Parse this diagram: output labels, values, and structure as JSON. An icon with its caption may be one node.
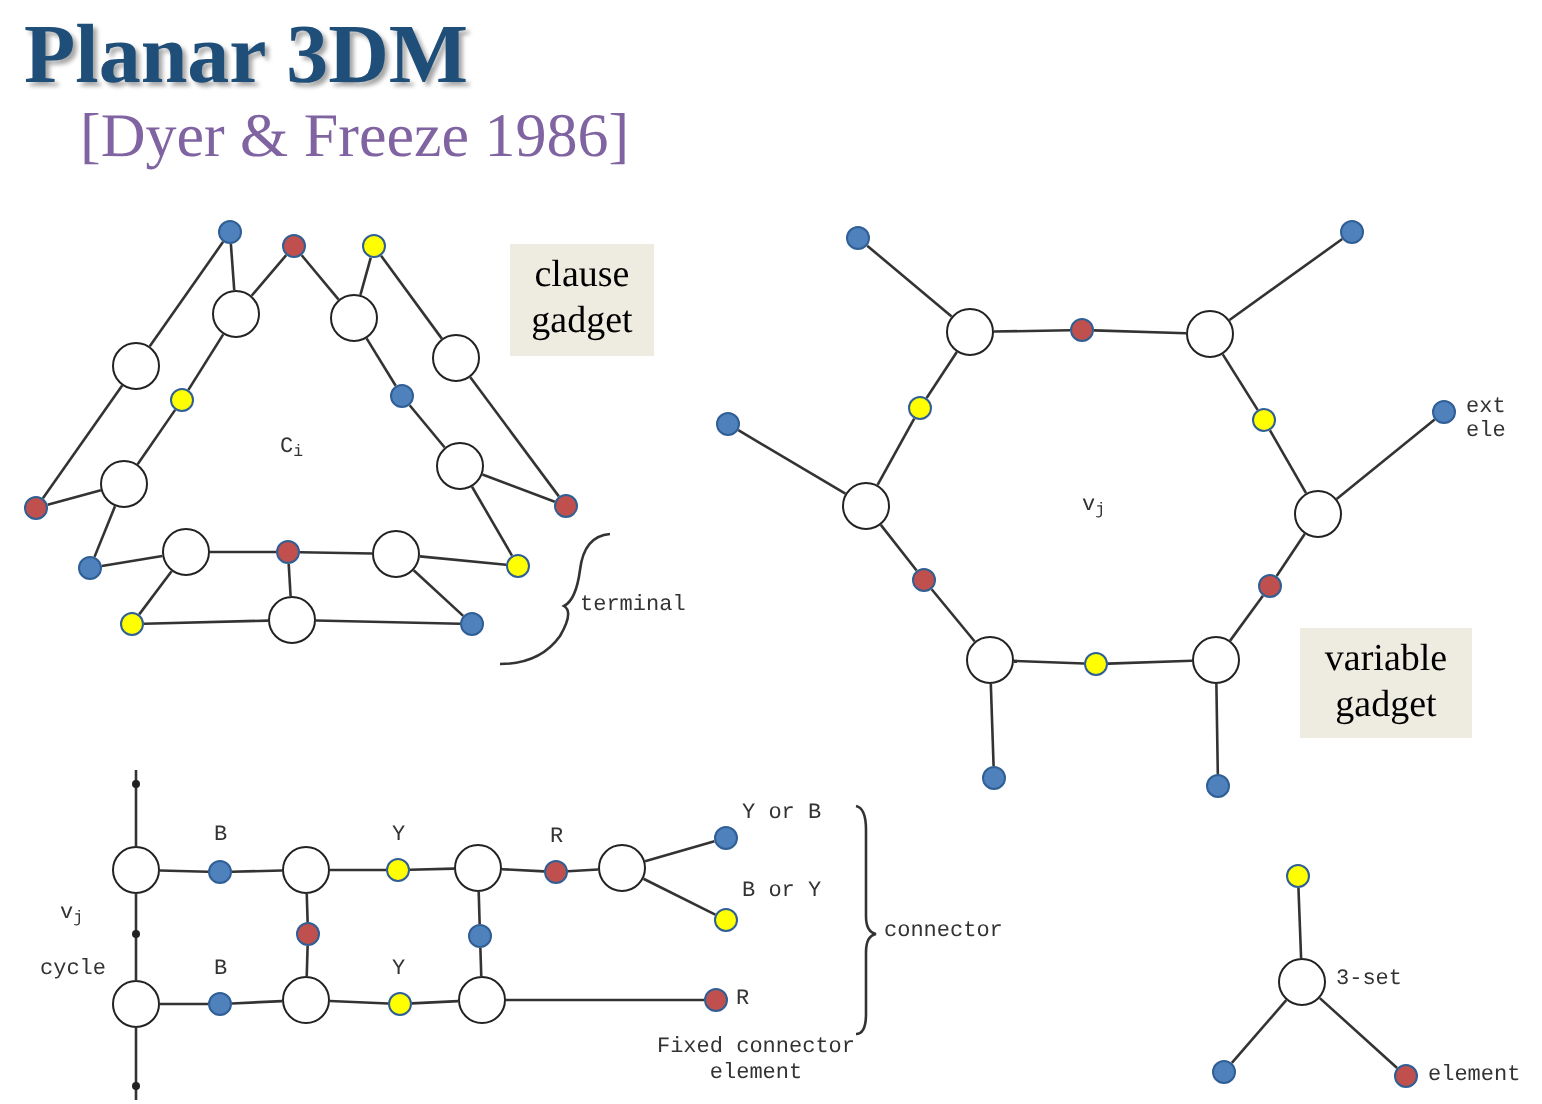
{
  "diagram": {
    "title": "Planar 3DM",
    "nodes": [
      {
        "text": [
          "clause gadget"
        ]
      },
      {
        "text": [],
        "shape": "dot"
      },
      {
        "text": [],
        "shape": "dot"
      },
      {
        "text": [],
        "shape": "dot"
      },
      {
        "text": [],
        "shape": "circle"
      },
      {
        "text": [],
        "shape": "circle"
      },
      {
        "text": [],
        "shape": "circle"
      },
      {
        "text": [],
        "shape": "circle"
      },
      {
        "text": [],
        "shape": "dot"
      },
      {
        "text": [],
        "shape": "dot"
      },
      {
        "text": [],
        "shape": "circle"
      },
      {
        "text": [],
        "shape": "circle"
      },
      {
        "text": [],
        "shape": "dot"
      },
      {
        "text": [],
        "shape": "dot"
      },
      {
        "text": [],
        "shape": "circle"
      },
      {
        "text": [],
        "shape": "dot"
      },
      {
        "text": [],
        "shape": "circle"
      },
      {
        "text": [],
        "shape": "dot"
      },
      {
        "text": [],
        "shape": "dot"
      },
      {
        "text": [],
        "shape": "circle"
      },
      {
        "text": [],
        "shape": "dot"
      },
      {
        "text": [],
        "shape": "dot"
      },
      {
        "text": [],
        "shape": "dot"
      },
      {
        "text": [],
        "shape": "dot"
      },
      {
        "text": [],
        "shape": "circle"
      },
      {
        "text": [],
        "shape": "dot"
      },
      {
        "text": [],
        "shape": "circle"
      },
      {
        "text": [],
        "shape": "dot"
      },
      {
        "text": [],
        "shape": "dot"
      },
      {
        "text": [],
        "shape": "dot"
      },
      {
        "text": [],
        "shape": "dot",
        "beside": [
          "ext ele"
        ]
      },
      {
        "text": [],
        "shape": "circle"
      },
      {
        "text": [],
        "shape": "circle"
      },
      {
        "text": [],
        "shape": "dot"
      },
      {
        "text": [],
        "shape": "dot"
      },
      {
        "text": [
          "variable gadget"
        ]
      },
      {
        "text": [],
        "shape": "circle"
      },
      {
        "text": [],
        "shape": "dot"
      },
      {
        "text": [],
        "shape": "circle"
      },
      {
        "text": [],
        "shape": "dot"
      },
      {
        "text": [],
        "shape": "dot"
      },
      {
        "text": [],
        "shape": "dot"
      },
      {
        "text": [],
        "shape": "circle"
      },
      {
        "text": [],
        "shape": "dot"
      },
      {
        "text": [],
        "shape": "circle"
      },
      {
        "text": [],
        "shape": "dot"
      },
      {
        "text": [],
        "shape": "circle"
      },
      {
        "text": [],
        "shape": "dot"
      },
      {
        "text": [],
        "shape": "circle"
      },
      {
        "text": [],
        "shape": "dot"
      },
      {
        "text": [],
        "shape": "dot"
      },
      {
        "text": [],
        "shape": "dot"
      },
      {
        "text": [],
        "shape": "circle"
      },
      {
        "text": [],
        "shape": "dot"
      },
      {
        "text": [],
        "shape": "circle"
      },
      {
        "text": [],
        "shape": "dot"
      },
      {
        "text": [],
        "shape": "circle"
      },
      {
        "text": [],
        "shape": "dot"
      },
      {
        "text": [],
        "shape": "dot"
      },
      {
        "text": [],
        "shape": "circle",
        "beside": [
          "3-set"
        ]
      },
      {
        "text": [],
        "shape": "dot"
      },
      {
        "text": [],
        "shape": "dot",
        "beside": [
          "element"
        ]
      }
    ],
    "edges": [
      {
        "from": 1,
        "to": 4,
        "arrow": "none"
      },
      {
        "from": 1,
        "to": 7,
        "arrow": "none"
      },
      {
        "from": 2,
        "to": 4,
        "arrow": "none"
      },
      {
        "from": 2,
        "to": 5,
        "arrow": "none"
      },
      {
        "from": 3,
        "to": 5,
        "arrow": "none"
      },
      {
        "from": 3,
        "to": 6,
        "arrow": "none"
      },
      {
        "from": 4,
        "to": 9,
        "arrow": "none"
      },
      {
        "from": 9,
        "to": 11,
        "arrow": "none"
      },
      {
        "from": 7,
        "to": 13,
        "arrow": "none"
      },
      {
        "from": 13,
        "to": 11,
        "arrow": "none"
      },
      {
        "from": 11,
        "to": 18,
        "arrow": "none"
      },
      {
        "from": 18,
        "to": 14,
        "arrow": "none"
      },
      {
        "from": 14,
        "to": 15,
        "arrow": "none"
      },
      {
        "from": 15,
        "to": 16,
        "arrow": "none"
      },
      {
        "from": 16,
        "to": 17,
        "arrow": "none"
      },
      {
        "from": 14,
        "to": 20,
        "arrow": "none"
      },
      {
        "from": 20,
        "to": 19,
        "arrow": "none"
      },
      {
        "from": 19,
        "to": 21,
        "arrow": "none"
      },
      {
        "from": 15,
        "to": 19,
        "arrow": "none"
      },
      {
        "from": 16,
        "to": 21,
        "arrow": "none"
      },
      {
        "from": 5,
        "to": 8,
        "arrow": "none"
      },
      {
        "from": 8,
        "to": 10,
        "arrow": "none"
      },
      {
        "from": 10,
        "to": 17,
        "arrow": "none"
      },
      {
        "from": 6,
        "to": 12,
        "arrow": "none"
      },
      {
        "from": 10,
        "to": 12,
        "arrow": "none"
      },
      {
        "from": 22,
        "to": 24,
        "arrow": "none"
      },
      {
        "from": 23,
        "to": 26,
        "arrow": "none"
      },
      {
        "from": 24,
        "to": 25,
        "arrow": "none"
      },
      {
        "from": 25,
        "to": 26,
        "arrow": "none"
      },
      {
        "from": 26,
        "to": 28,
        "arrow": "none"
      },
      {
        "from": 28,
        "to": 32,
        "arrow": "none"
      },
      {
        "from": 32,
        "to": 34,
        "arrow": "none"
      },
      {
        "from": 34,
        "to": 38,
        "arrow": "none"
      },
      {
        "from": 38,
        "to": 37,
        "arrow": "none"
      },
      {
        "from": 37,
        "to": 36,
        "arrow": "none"
      },
      {
        "from": 36,
        "to": 33,
        "arrow": "none"
      },
      {
        "from": 33,
        "to": 31,
        "arrow": "none"
      },
      {
        "from": 31,
        "to": 27,
        "arrow": "none"
      },
      {
        "from": 27,
        "to": 24,
        "arrow": "none"
      },
      {
        "from": 29,
        "to": 31,
        "arrow": "none"
      },
      {
        "from": 32,
        "to": 30,
        "arrow": "none"
      },
      {
        "from": 36,
        "to": 39,
        "arrow": "none"
      },
      {
        "from": 38,
        "to": 40,
        "arrow": "none"
      },
      {
        "from": null,
        "to": 42,
        "arrow": "none"
      },
      {
        "from": 42,
        "to": 52,
        "arrow": "none"
      },
      {
        "from": 52,
        "to": null,
        "arrow": "none"
      },
      {
        "from": 42,
        "to": 43,
        "arrow": "none"
      },
      {
        "from": 43,
        "to": 44,
        "arrow": "none"
      },
      {
        "from": 44,
        "to": 45,
        "arrow": "none"
      },
      {
        "from": 45,
        "to": 46,
        "arrow": "none"
      },
      {
        "from": 46,
        "to": 47,
        "arrow": "none"
      },
      {
        "from": 47,
        "to": 48,
        "arrow": "none"
      },
      {
        "from": 48,
        "to": 41,
        "arrow": "none"
      },
      {
        "from": 48,
        "to": 49,
        "arrow": "none"
      },
      {
        "from": 44,
        "to": 50,
        "arrow": "none"
      },
      {
        "from": 50,
        "to": 54,
        "arrow": "none"
      },
      {
        "from": 46,
        "to": 51,
        "arrow": "none"
      },
      {
        "from": 51,
        "to": 56,
        "arrow": "none"
      },
      {
        "from": 52,
        "to": 53,
        "arrow": "none"
      },
      {
        "from": 53,
        "to": 54,
        "arrow": "none"
      },
      {
        "from": 54,
        "to": 55,
        "arrow": "none"
      },
      {
        "from": 55,
        "to": 56,
        "arrow": "none"
      },
      {
        "from": 56,
        "to": 57,
        "arrow": "none"
      },
      {
        "from": 58,
        "to": 59,
        "arrow": "none"
      },
      {
        "from": 59,
        "to": 60,
        "arrow": "none"
      },
      {
        "from": 59,
        "to": 61,
        "arrow": "none"
      }
    ],
    "labels": [
      "[Dyer & Freeze 1986]",
      "C$_{i}$",
      "terminal",
      "v$_{j}$",
      "B",
      "Y",
      "R",
      "Y or B",
      "B or Y",
      "v$_{j}$",
      "cycle",
      "B",
      "Y",
      "R",
      "connector",
      "Fixed connector element"
    ]
  }
}
